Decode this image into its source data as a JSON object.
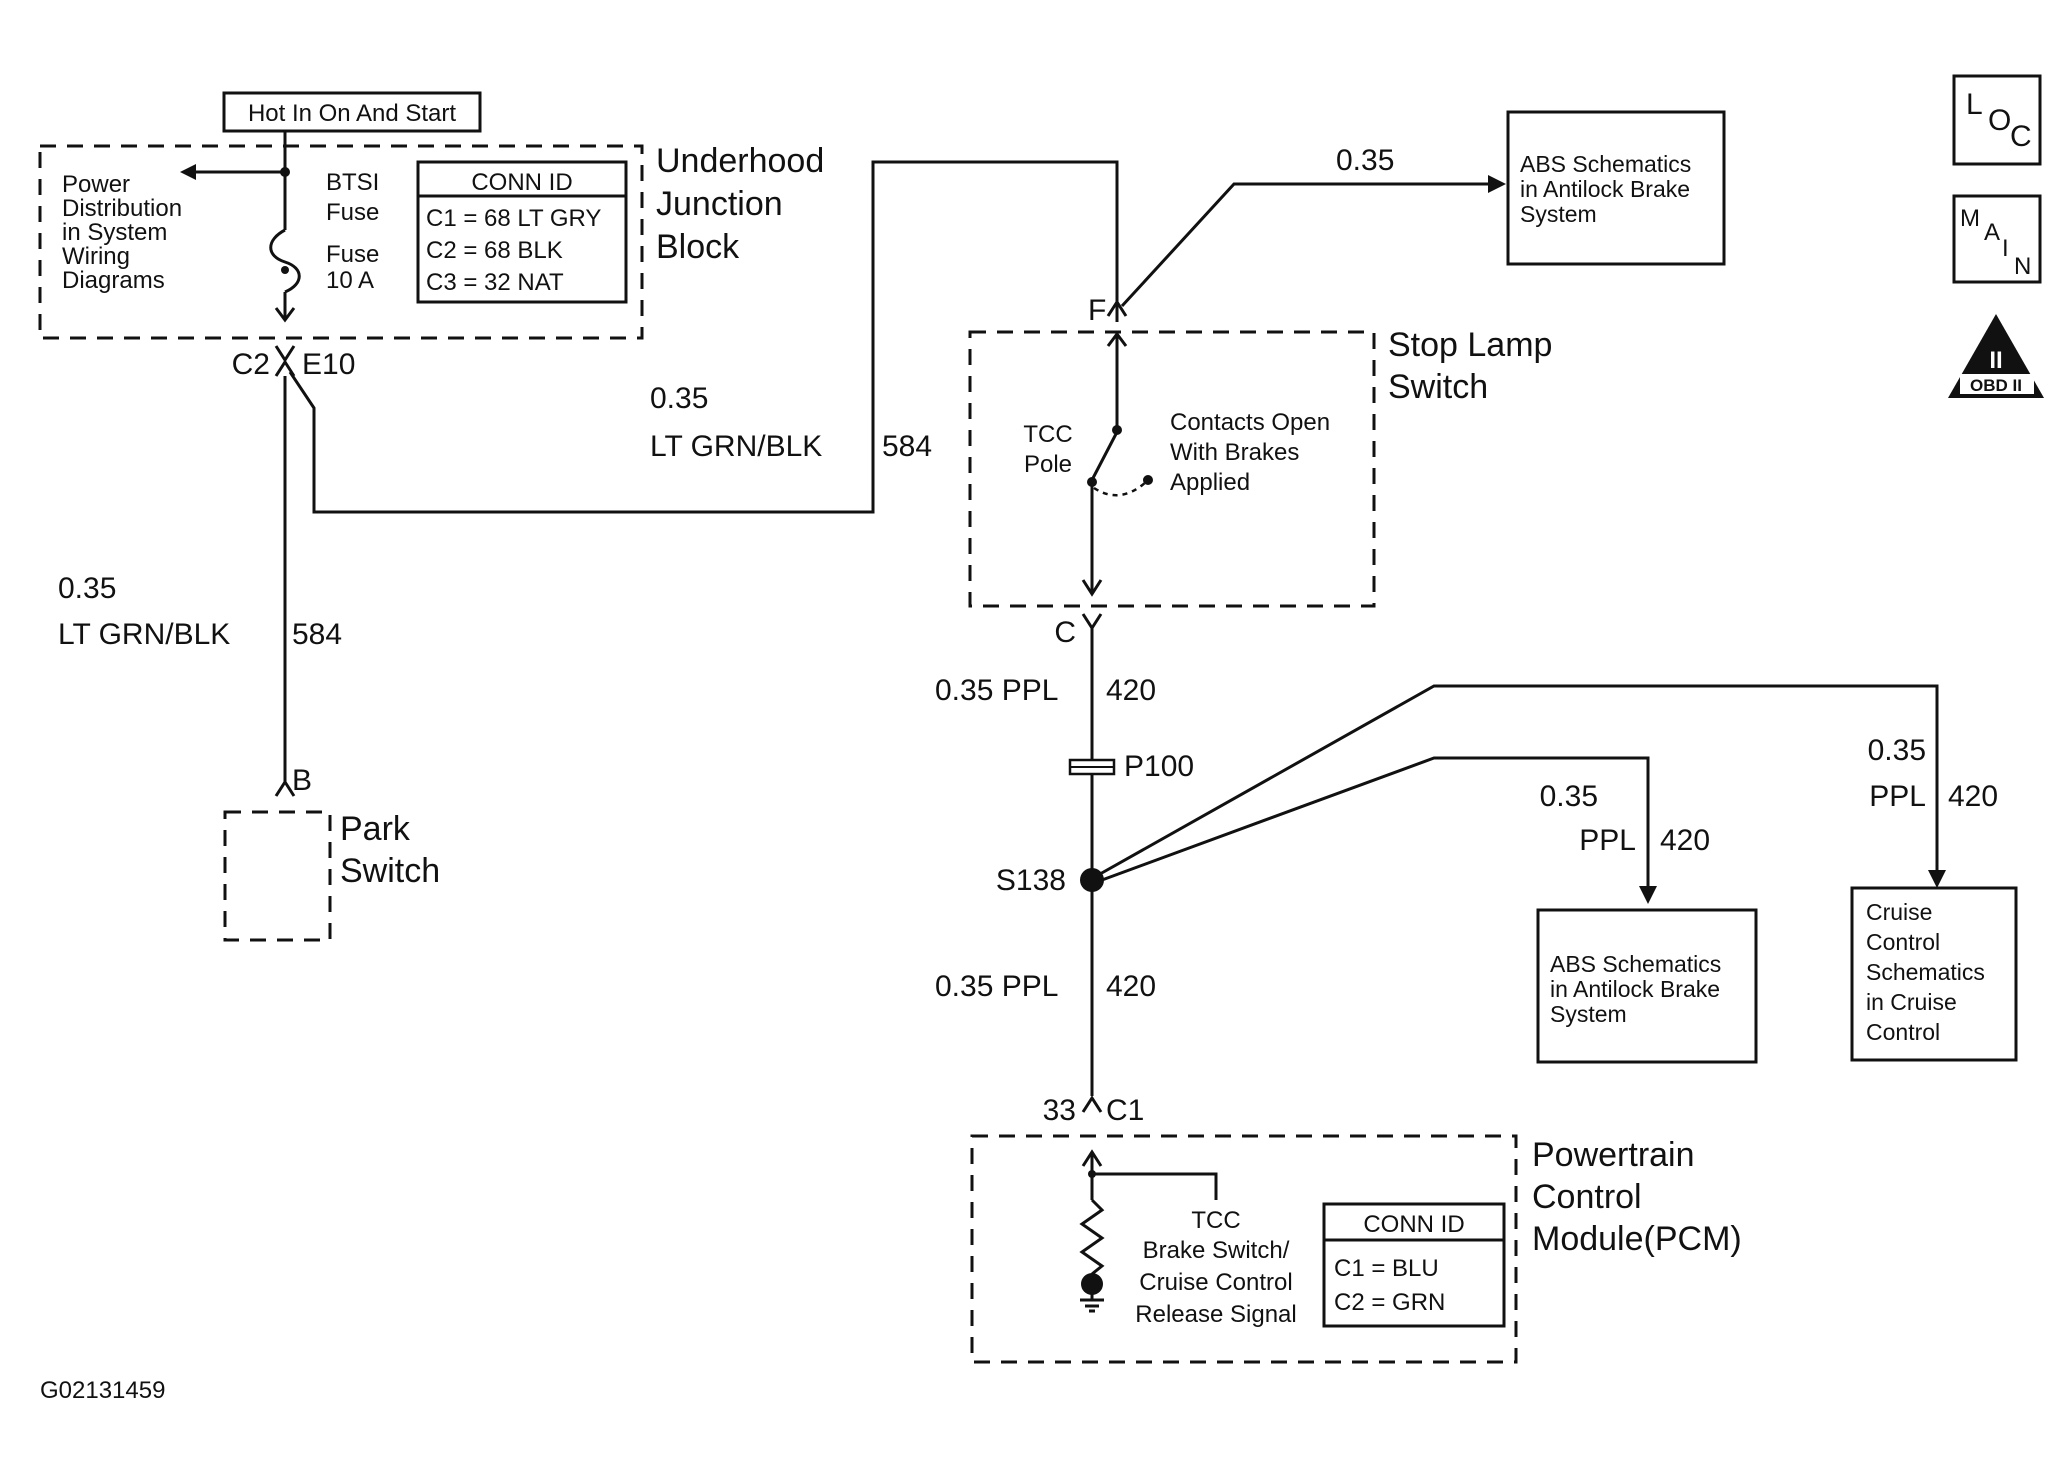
{
  "power_label": "Hot In On And Start",
  "underhood": {
    "power_dist": [
      "Power",
      "Distribution",
      "in System",
      "Wiring",
      "Diagrams"
    ],
    "fuse_name": "BTSI",
    "fuse_word1": "Fuse",
    "fuse_word2": "Fuse",
    "fuse_rating": "10 A",
    "conn_title": "CONN ID",
    "conn_rows": [
      "C1 = 68 LT GRY",
      "C2 = 68 BLK",
      "C3 = 32 NAT"
    ],
    "name": [
      "Underhood",
      "Junction",
      "Block"
    ],
    "connector": "C2",
    "pin": "E10"
  },
  "wire_upper": {
    "gauge": "0.35",
    "color_circuit": "LT GRN/BLK",
    "circuit": "584"
  },
  "wire_left": {
    "gauge": "0.35",
    "color_circuit": "LT GRN/BLK",
    "circuit": "584"
  },
  "park_switch": {
    "pin": "B",
    "name": [
      "Park",
      "Switch"
    ]
  },
  "abs_top": {
    "gauge": "0.35",
    "text": [
      "ABS Schematics",
      "in Antilock Brake",
      "System"
    ]
  },
  "stop_lamp": {
    "pin_top": "F",
    "pin_bottom": "C",
    "pole_label": [
      "TCC",
      "Pole"
    ],
    "contacts_label": [
      "Contacts Open",
      "With Brakes",
      "Applied"
    ],
    "name": [
      "Stop Lamp",
      "Switch"
    ]
  },
  "wire_c_p100": {
    "label": "0.35 PPL",
    "circuit": "420"
  },
  "p100": "P100",
  "s138": "S138",
  "wire_s138_pcm": {
    "label": "0.35 PPL",
    "circuit": "420"
  },
  "abs_lower": {
    "gauge": "0.35",
    "color": "PPL",
    "circuit": "420",
    "text": [
      "ABS Schematics",
      "in Antilock Brake",
      "System"
    ]
  },
  "cruise": {
    "gauge": "0.35",
    "color": "PPL",
    "circuit": "420",
    "text": [
      "Cruise",
      "Control",
      "Schematics",
      "in Cruise",
      "Control"
    ]
  },
  "pcm": {
    "pin": "33",
    "connector": "C1",
    "signal_label": [
      "TCC",
      "Brake Switch/",
      "Cruise Control",
      "Release Signal"
    ],
    "conn_title": "CONN ID",
    "conn_rows": [
      "C1 = BLU",
      "C2 = GRN"
    ],
    "name": [
      "Powertrain",
      "Control",
      "Module(PCM)"
    ]
  },
  "icons": {
    "loc": [
      "L",
      "O",
      "C"
    ],
    "main": [
      "M",
      "A",
      "I",
      "N"
    ],
    "obd": [
      "II",
      "OBD II"
    ]
  },
  "figure_id": "G02131459"
}
